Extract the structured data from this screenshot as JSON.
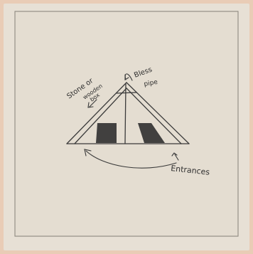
{
  "diagram": {
    "labels": {
      "box_note": [
        "Stone or",
        "wooden",
        "box"
      ],
      "top_note": [
        "Bless",
        "pipe"
      ],
      "entrances_note": "Entrances"
    },
    "colors": {
      "background_frame": "#e9ccb6",
      "paper": "#e7e0d5",
      "inner_paper": "#e4ddd1",
      "border_line": "#8e8980",
      "pencil": "#3a3a3a",
      "shade": "#2f2f2f"
    }
  }
}
